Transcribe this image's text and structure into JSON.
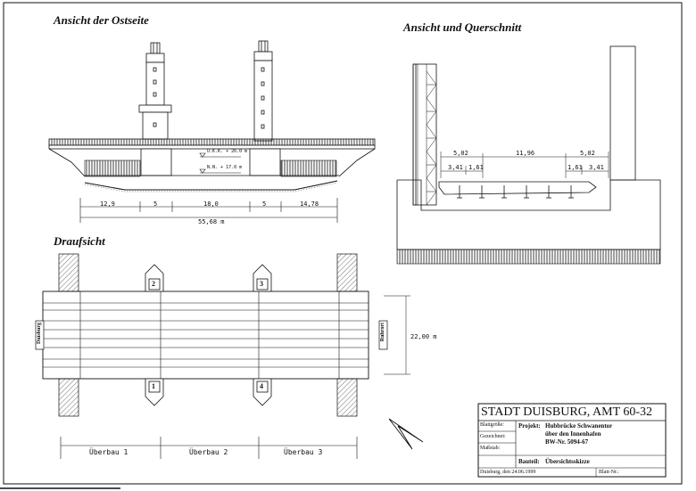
{
  "views": {
    "east_view_title": "Ansicht der Ostseite",
    "section_view_title": "Ansicht und Querschnitt",
    "plan_view_title": "Draufsicht"
  },
  "east_view": {
    "ukk_label": "U.K.K. + 26.0 m",
    "nn_label": "N.N. + 17.0 m",
    "spans": [
      "12,9",
      "5",
      "18,0",
      "5",
      "14,78"
    ],
    "total_length": "55,68 m"
  },
  "cross_section": {
    "top_dims": [
      "5,02",
      "11,96",
      "5,02"
    ],
    "sub_dims": [
      "3,41",
      "1,61",
      "1,61",
      "3,41"
    ]
  },
  "plan_view": {
    "tower_numbers": [
      "2",
      "3",
      "1",
      "4"
    ],
    "width_label": "22,00 m",
    "left_sign": "Duisburg",
    "right_sign": "Ruhrort",
    "superstructures": [
      "Überbau 1",
      "Überbau 2",
      "Überbau 3"
    ]
  },
  "title_block": {
    "authority": "STADT DUISBURG, AMT 60-32",
    "sheet_size_label": "Blattgröße:",
    "drawn_label": "Gezeichnet:",
    "scale_label": "Maßstab:",
    "project_label": "Projekt:",
    "project_line1": "Hubbrücke Schwanentor",
    "project_line2": "über den Innenhafen",
    "project_line3": "BW-Nr. 5094-67",
    "part_label": "Bauteil:",
    "part_value": "Übersichtsskizze",
    "date": "Duisburg, den 24.06.1999",
    "sheet_no_label": "Blatt-Nr.:"
  },
  "colors": {
    "ink": "#111111",
    "paper": "#ffffff"
  }
}
